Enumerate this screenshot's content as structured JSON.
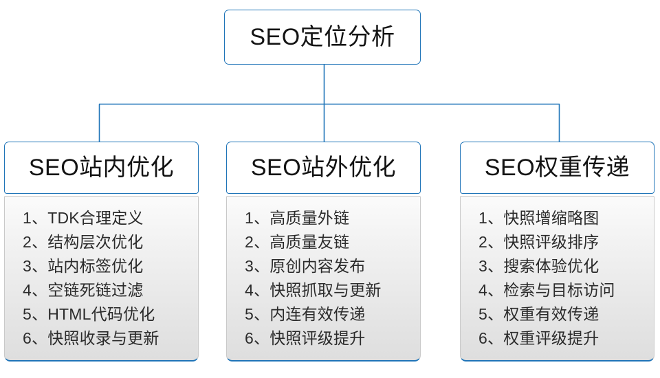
{
  "diagram": {
    "root": {
      "label": "SEO定位分析"
    },
    "accent_color": "#1f74b8",
    "body_border_color": "#c9c9c9",
    "text_color": "#2b2b2b",
    "columns": [
      {
        "header": "SEO站内优化",
        "items": [
          "1、TDK合理定义",
          "2、结构层次优化",
          "3、站内标签优化",
          "4、空链死链过滤",
          "5、HTML代码优化",
          "6、快照收录与更新"
        ]
      },
      {
        "header": "SEO站外优化",
        "items": [
          "1、高质量外链",
          "2、高质量友链",
          "3、原创内容发布",
          "4、快照抓取与更新",
          "5、内连有效传递",
          "6、快照评级提升"
        ]
      },
      {
        "header": "SEO权重传递",
        "items": [
          "1、快照增缩略图",
          "2、快照评级排序",
          "3、搜索体验优化",
          "4、检索与目标访问",
          "5、权重有效传递",
          "6、权重评级提升"
        ]
      }
    ]
  }
}
